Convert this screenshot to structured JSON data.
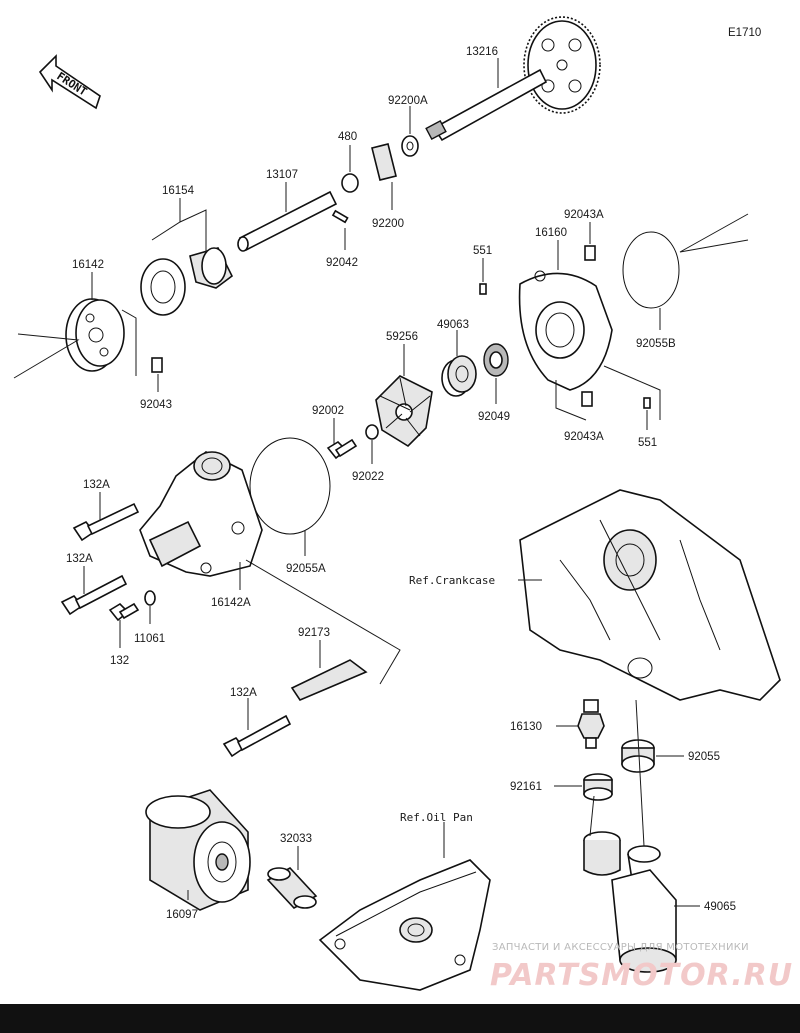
{
  "diagram_code": "E1710",
  "front_label": "FRONT",
  "refs": {
    "crankcase": "Ref.Crankcase",
    "oil_pan": "Ref.Oil Pan"
  },
  "parts": {
    "p13216": "13216",
    "p92200A": "92200A",
    "p480": "480",
    "p13107": "13107",
    "p16154": "16154",
    "p92200": "92200",
    "p92042": "92042",
    "p16142": "16142",
    "p92043": "92043",
    "p92043A_top": "92043A",
    "p16160": "16160",
    "p551_top": "551",
    "p49063": "49063",
    "p59256": "59256",
    "p92055B": "92055B",
    "p92049": "92049",
    "p92002": "92002",
    "p92022": "92022",
    "p92043A_bottom": "92043A",
    "p551_bottom": "551",
    "p132A_1": "132A",
    "p132A_2": "132A",
    "p132A_3": "132A",
    "p92055A": "92055A",
    "p16142A": "16142A",
    "p11061": "11061",
    "p132": "132",
    "p92173": "92173",
    "p16130": "16130",
    "p92055": "92055",
    "p92161": "92161",
    "p32033": "32033",
    "p16097": "16097",
    "p49065": "49065"
  },
  "watermark": {
    "line1": "ЗАПЧАСТИ И АКСЕССУАРЫ ДЛЯ МОТОТЕХНИКИ",
    "line2": "PARTSMOTOR.RU"
  }
}
